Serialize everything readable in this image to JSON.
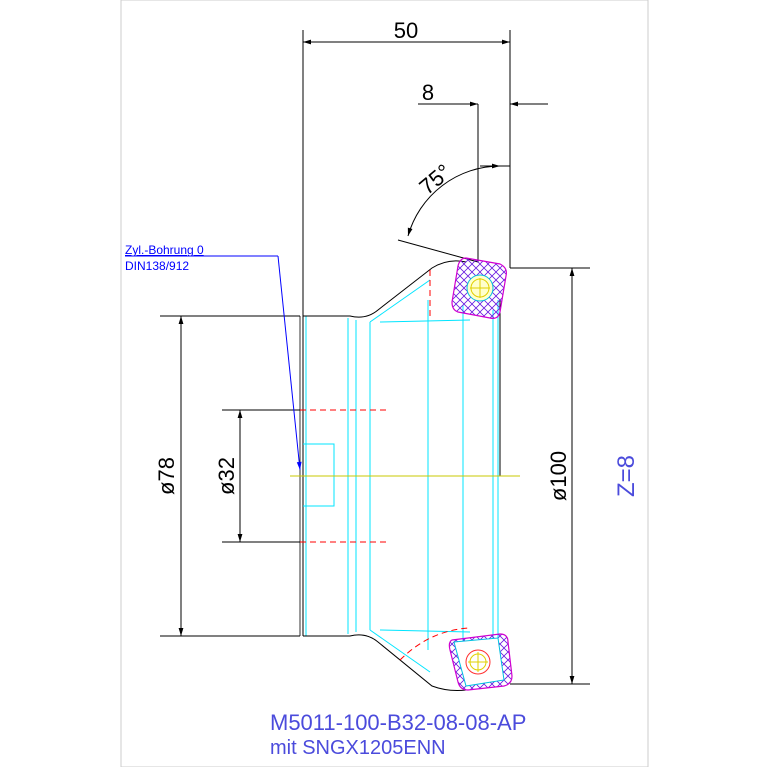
{
  "drawing": {
    "dimensions": {
      "overall_length": "50",
      "insert_step": "8",
      "lead_angle": "75°",
      "diameter_78": "ø78",
      "diameter_32": "ø32",
      "diameter_100": "ø100",
      "teeth": "Z=8"
    },
    "note": {
      "line1": "Zyl.-Bohrung 0",
      "line2": "DIN138/912"
    },
    "title": {
      "line1": "M5011-100-B32-08-08-AP",
      "line2": "mit SNGX1205ENN"
    },
    "colors": {
      "outline": "#000000",
      "body": "#00e5ff",
      "center_line": "#c8c800",
      "hidden": "#ff0000",
      "annotation": "#4b4bdc",
      "leader": "#0000ff",
      "insert_hatch": "#7a1ad8",
      "insert_outline": "#d000d0"
    }
  }
}
